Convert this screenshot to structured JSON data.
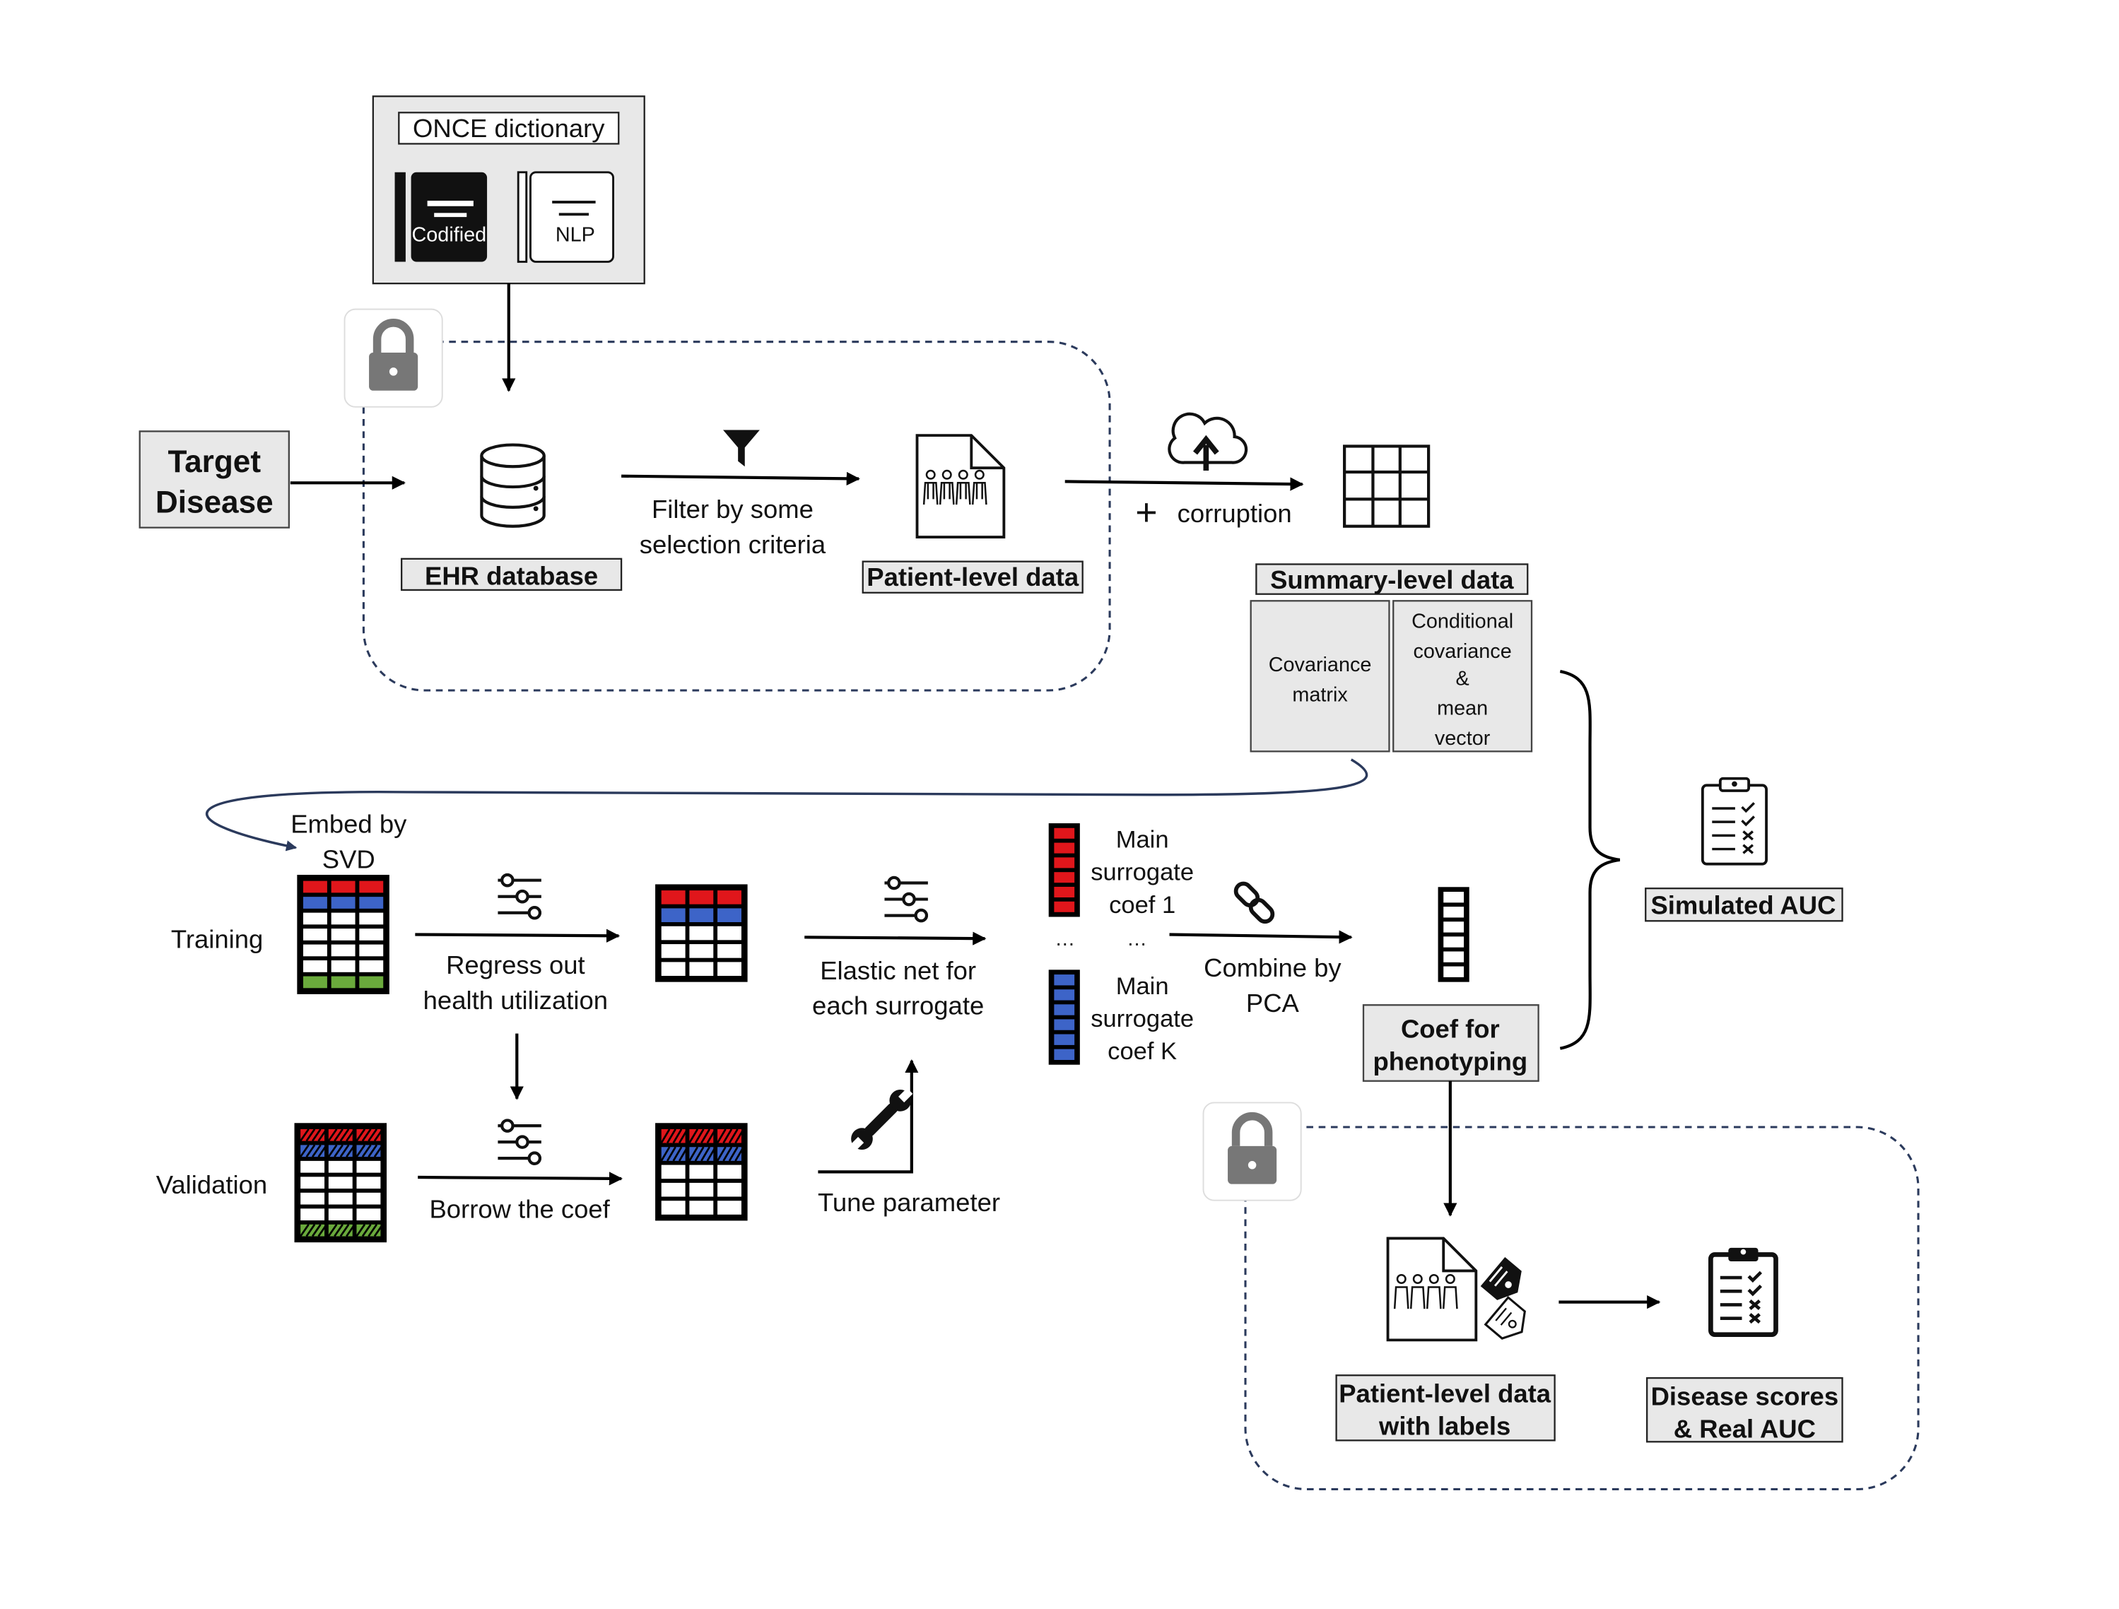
{
  "dictionary": {
    "title": "ONCE dictionary",
    "codified_label": "Codified",
    "nlp_label": "NLP"
  },
  "target_disease": {
    "line1": "Target",
    "line2": "Disease"
  },
  "ehr": {
    "label": "EHR database"
  },
  "filter": {
    "line1": "Filter by some",
    "line2": "selection criteria"
  },
  "patient_level": {
    "label": "Patient-level data"
  },
  "corruption": {
    "label": "corruption",
    "plus": "+"
  },
  "summary": {
    "title": "Summary-level data",
    "covariance": [
      "Covariance",
      "matrix"
    ],
    "conditional": [
      "Conditional",
      "covariance",
      "&",
      "mean",
      "vector"
    ]
  },
  "embed": {
    "line1": "Embed by",
    "line2": "SVD"
  },
  "rows": {
    "training": "Training",
    "validation": "Validation"
  },
  "regress": {
    "line1": "Regress out",
    "line2": "health utilization"
  },
  "borrow": {
    "label": "Borrow the coef"
  },
  "elastic": {
    "line1": "Elastic net for",
    "line2": "each surrogate"
  },
  "tune": {
    "label": "Tune parameter"
  },
  "main1": [
    "Main",
    "surrogate",
    "coef 1"
  ],
  "mainK": [
    "Main",
    "surrogate",
    "coef K"
  ],
  "ellipsis": "…",
  "combine": {
    "line1": "Combine by",
    "line2": "PCA"
  },
  "coef_pheno": {
    "line1": "Coef for",
    "line2": "phenotyping"
  },
  "simulated_auc": {
    "label": "Simulated AUC"
  },
  "patient_labels": {
    "line1": "Patient-level data",
    "line2": "with labels"
  },
  "disease_scores": {
    "line1": "Disease scores",
    "line2": "& Real AUC"
  },
  "colors": {
    "red": "#e0161b",
    "blue": "#3d64c8",
    "green": "#6aaa3c",
    "panel": "#e8e8e8",
    "dashed": "#2b3a5c"
  }
}
